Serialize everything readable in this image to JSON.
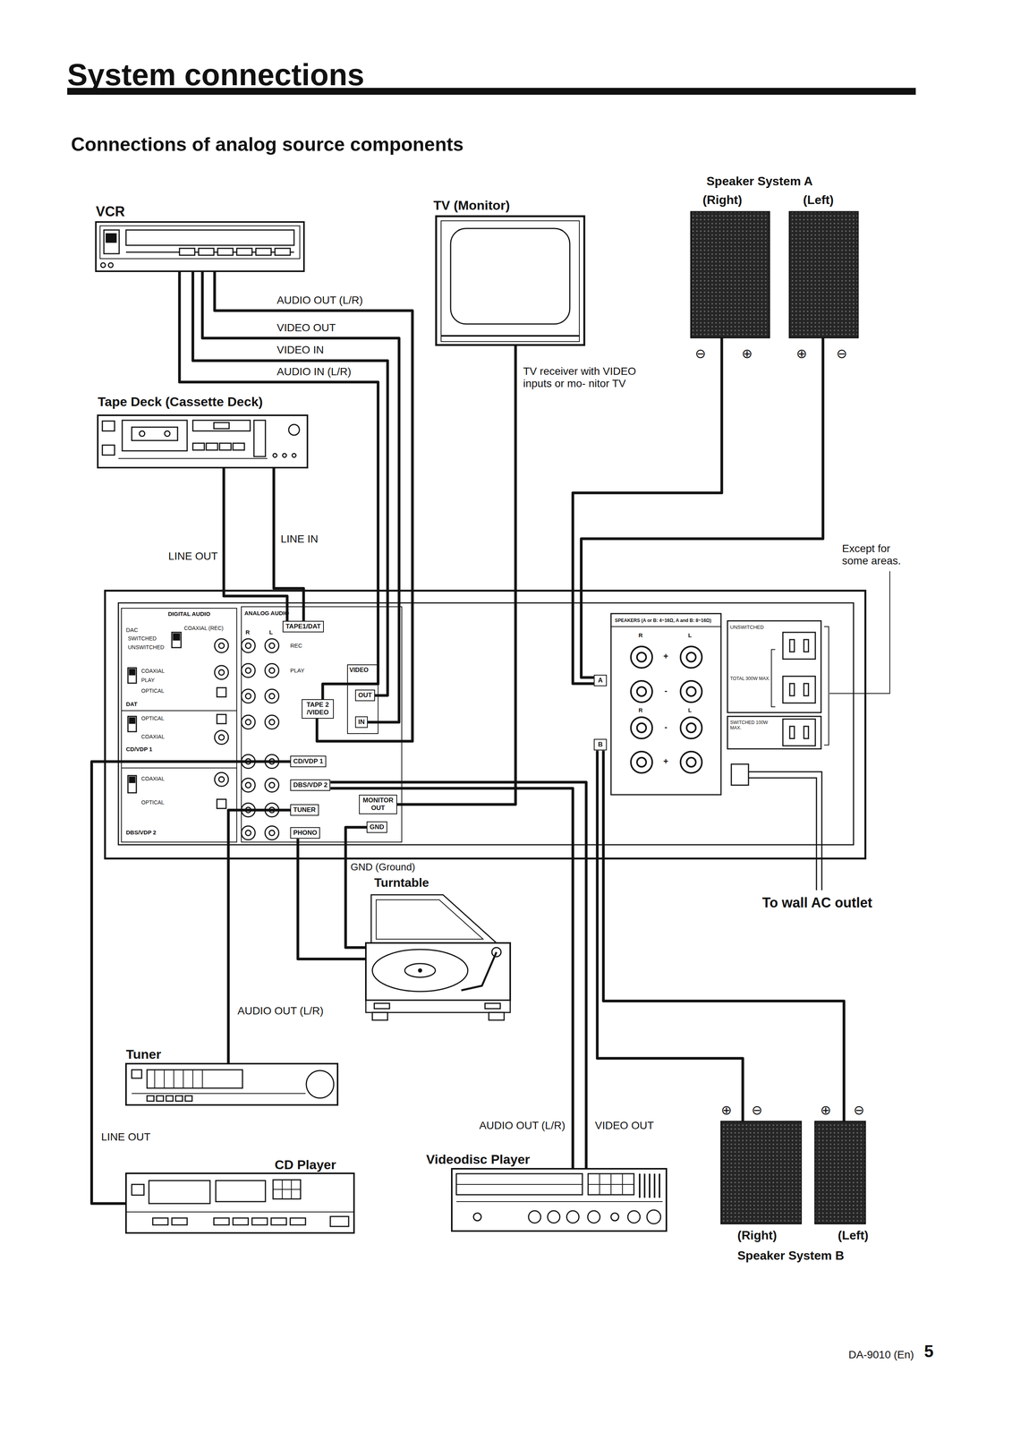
{
  "diagram": {
    "title": "System connections",
    "nodes": [
      {
        "text": [
          "VCR"
        ]
      },
      {
        "text": [
          "TV (Monitor)"
        ]
      },
      {
        "text": [
          "(Right)"
        ]
      },
      {
        "text": [
          "(Left)"
        ]
      },
      {
        "text": [
          "Tape Deck (Cassette Deck)"
        ]
      },
      {
        "text": [
          "TAPE1/DAT"
        ]
      },
      {
        "text": [
          "TAPE 2 /VIDEO"
        ]
      },
      {
        "text": [
          "OUT"
        ]
      },
      {
        "text": [
          "IN"
        ]
      },
      {
        "text": [
          "CD/VDP 1"
        ]
      },
      {
        "text": [
          "DBS/VDP 2"
        ]
      },
      {
        "text": [
          "MONITOR OUT"
        ]
      },
      {
        "text": [
          "TUNER"
        ]
      },
      {
        "text": [
          "PHONO"
        ]
      },
      {
        "text": [
          "GND"
        ]
      },
      {
        "text": [
          "A"
        ]
      },
      {
        "text": [
          "B"
        ]
      },
      {
        "text": [
          "Turntable"
        ]
      },
      {
        "text": [
          "Tuner"
        ]
      },
      {
        "text": [
          "CD Player"
        ]
      },
      {
        "text": [
          "Videodisc Player"
        ]
      },
      {
        "text": [
          "(Right)"
        ]
      },
      {
        "text": [
          "(Left)"
        ]
      }
    ],
    "edges": [
      {
        "from": 0,
        "to": 6,
        "label": "AUDIO OUT (L/R)",
        "arrow": "none"
      },
      {
        "from": 0,
        "to": 8,
        "label": "VIDEO OUT",
        "arrow": "none"
      },
      {
        "from": 0,
        "to": 7,
        "label": "VIDEO IN",
        "arrow": "none"
      },
      {
        "from": 0,
        "to": 6,
        "label": "AUDIO IN (L/R)",
        "arrow": "none"
      },
      {
        "from": 4,
        "to": 5,
        "label": "LINE OUT",
        "arrow": "none"
      },
      {
        "from": 4,
        "to": 5,
        "label": "LINE IN",
        "arrow": "none"
      },
      {
        "from": 1,
        "to": 11,
        "arrow": "none"
      },
      {
        "from": 2,
        "to": 15,
        "arrow": "none"
      },
      {
        "from": 3,
        "to": 15,
        "arrow": "none"
      },
      {
        "from": 17,
        "to": 13,
        "arrow": "none"
      },
      {
        "from": 17,
        "to": 14,
        "label": "GND (Ground)",
        "arrow": "none"
      },
      {
        "from": 18,
        "to": 12,
        "label": "AUDIO OUT (L/R)",
        "arrow": "none"
      },
      {
        "from": 19,
        "to": 9,
        "label": "LINE OUT",
        "arrow": "none"
      },
      {
        "from": 20,
        "to": 10,
        "label": "AUDIO OUT (L/R)",
        "arrow": "none"
      },
      {
        "from": 20,
        "to": 10,
        "label": "VIDEO OUT",
        "arrow": "none"
      },
      {
        "from": 21,
        "to": 16,
        "arrow": "none"
      },
      {
        "from": 22,
        "to": 16,
        "arrow": "none"
      }
    ],
    "labels": [
      "Connections of analog source components",
      "Speaker System A",
      "⊖",
      "⊕",
      "⊕",
      "⊖",
      "TV receiver with VIDEO inputs or mo- nitor TV",
      "Except for some areas.",
      "DIGITAL AUDIO",
      "DAC",
      "SWITCHED",
      "UNSWITCHED",
      "COAXIAL (REC)",
      "COAXIAL",
      "PLAY",
      "OPTICAL",
      "DAT",
      "OPTICAL",
      "COAXIAL",
      "CD/VDP 1",
      "COAXIAL",
      "OPTICAL",
      "DBS/VDP 2",
      "ANALOG AUDIO",
      "R",
      "L",
      "REC",
      "PLAY",
      "VIDEO",
      "SPEAKERS (A or B: 4~16Ω, A and B: 8~16Ω)",
      "R",
      "L",
      "+",
      "-",
      "R",
      "L",
      "-",
      "+",
      "UNSWITCHED",
      "TOTAL 300W MAX.",
      "SWITCHED 100W MAX.",
      "To wall AC outlet",
      "⊕",
      "⊖",
      "⊕",
      "⊖",
      "Speaker System B",
      "DA-9010 (En)",
      "5"
    ]
  }
}
